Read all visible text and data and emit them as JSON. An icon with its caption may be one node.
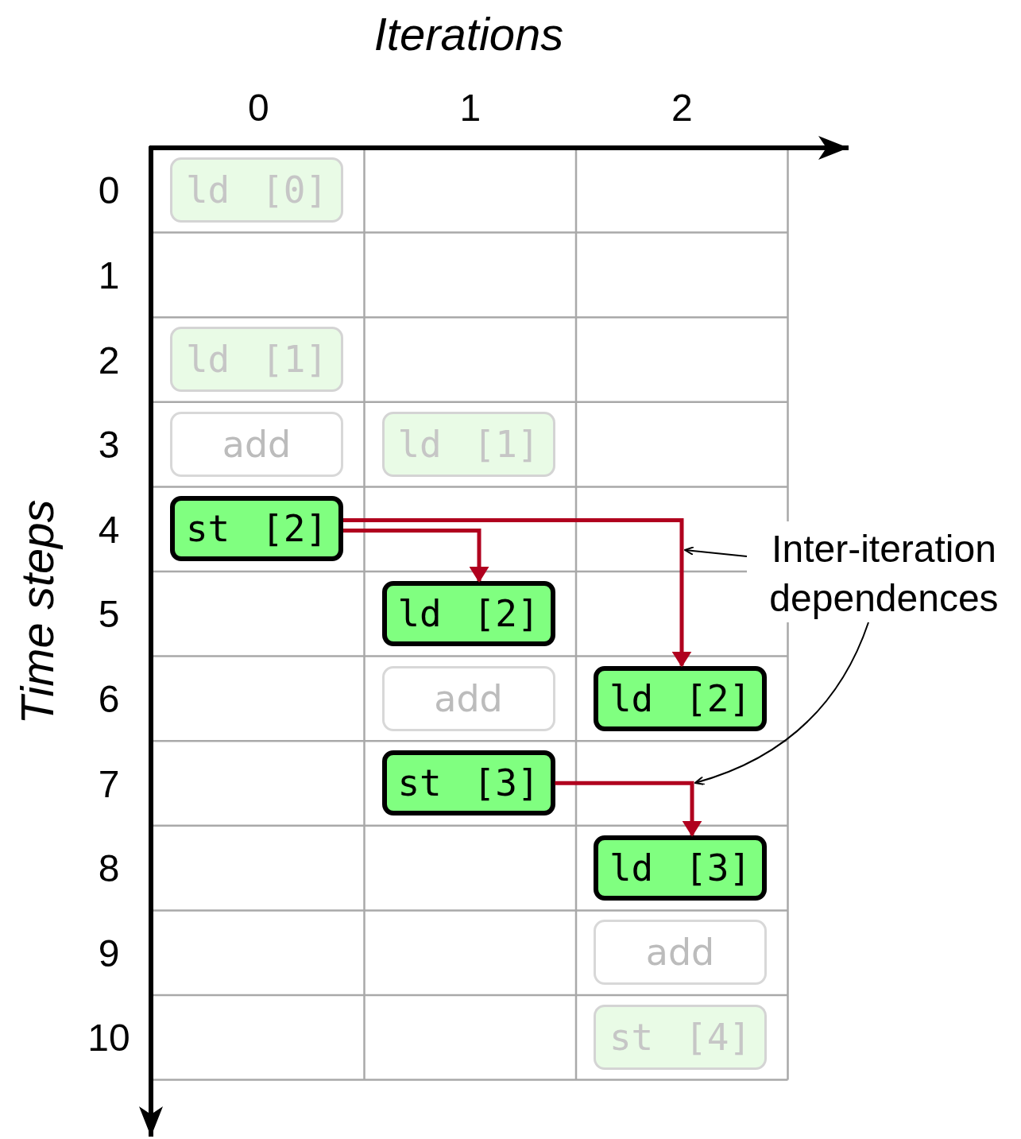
{
  "diagram": {
    "nodes": [
      {
        "text": [
          "ld [0]"
        ]
      },
      {
        "text": [
          "ld [1]"
        ]
      },
      {
        "text": [
          "add"
        ]
      },
      {
        "text": [
          "ld [1]"
        ]
      },
      {
        "text": [
          "st [2]"
        ]
      },
      {
        "text": [
          "ld [2]"
        ]
      },
      {
        "text": [
          "add"
        ]
      },
      {
        "text": [
          "ld [2]"
        ]
      },
      {
        "text": [
          "st [3]"
        ]
      },
      {
        "text": [
          "ld [3]"
        ]
      },
      {
        "text": [
          "add"
        ]
      },
      {
        "text": [
          "st [4]"
        ]
      },
      {
        "text": [
          "Inter-iteration dependences"
        ]
      }
    ],
    "edges": [
      {
        "from": 4,
        "to": 5,
        "arrow": "to"
      },
      {
        "from": 4,
        "to": 7,
        "arrow": "to"
      },
      {
        "from": 8,
        "to": 9,
        "arrow": "to"
      },
      {
        "from": 12,
        "to": null,
        "arrow": "to",
        "color": "#000000"
      },
      {
        "from": 12,
        "to": null,
        "arrow": "to",
        "color": "#000000"
      }
    ],
    "labels": [
      "Iterations",
      "0",
      "1",
      "2",
      "Time steps",
      "0",
      "1",
      "2",
      "3",
      "4",
      "5",
      "6",
      "7",
      "8",
      "9",
      "10"
    ]
  }
}
